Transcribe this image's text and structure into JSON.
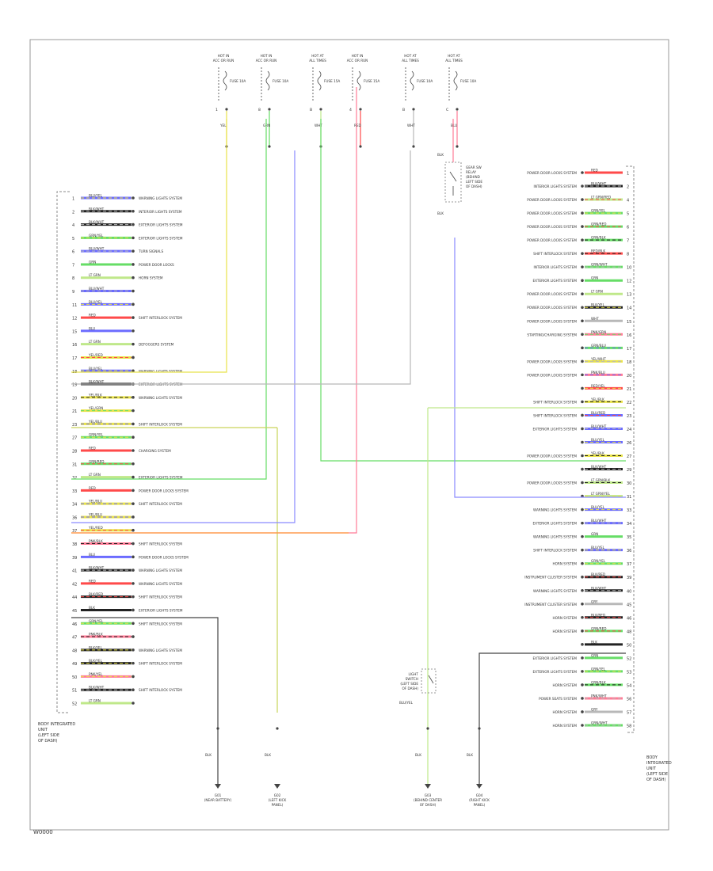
{
  "footer": {
    "code": "W0000"
  },
  "colors": {
    "black": "#222222",
    "yellow": "#e8e24a",
    "green": "#66dd66",
    "pink": "#ff7b96",
    "blue": "#6b6bff",
    "orange": "#ff9a3c",
    "light_green": "#bfe88a",
    "gray": "#b8b8b8",
    "red": "#ff4a4a"
  },
  "top_fuses": [
    {
      "label": "HOT IN ACC OR RUN",
      "fuse": "FUSE 10A",
      "pin": "1",
      "wire": "YEL"
    },
    {
      "label": "HOT IN ACC OR RUN",
      "fuse": "FUSE 10A",
      "pin": "8",
      "wire": "GRN"
    },
    {
      "label": "HOT AT ALL TIMES",
      "fuse": "FUSE 15A",
      "pin": "B",
      "wire": "WHT"
    },
    {
      "label": "HOT IN ACC OR RUN",
      "fuse": "FUSE 15A",
      "pin": "4",
      "wire": "RED"
    },
    {
      "label": "HOT AT ALL TIMES",
      "fuse": "FUSE 10A",
      "pin": "B",
      "wire": "WHT"
    },
    {
      "label": "HOT AT ALL TIMES",
      "fuse": "FUSE 10A",
      "pin": "C",
      "wire": "BLU"
    }
  ],
  "left_module": {
    "label_lines": [
      "BODY INTEGRATED",
      "UNIT",
      "(LEFT SIDE",
      "OF DASH)"
    ],
    "pins": [
      {
        "n": "1",
        "wire": "BLU/YEL",
        "system": "WARNING LIGHTS SYSTEM"
      },
      {
        "n": "2",
        "wire": "BLK/WHT",
        "system": "INTERIOR LIGHTS SYSTEM"
      },
      {
        "n": "4",
        "wire": "BLK/WHT",
        "system": "EXTERIOR LIGHTS SYSTEM"
      },
      {
        "n": "5",
        "wire": "GRN/YEL",
        "system": "EXTERIOR LIGHTS SYSTEM"
      },
      {
        "n": "6",
        "wire": "BLU/WHT",
        "system": "TURN SIGNALS"
      },
      {
        "n": "7",
        "wire": "GRN",
        "system": "POWER DOOR LOCKS"
      },
      {
        "n": "8",
        "wire": "LT GRN",
        "system": "HORN SYSTEM"
      },
      {
        "n": "9",
        "wire": "BLU/WHT",
        "system": ""
      },
      {
        "n": "11",
        "wire": "BLU/YEL",
        "system": ""
      },
      {
        "n": "12",
        "wire": "RED",
        "system": "SHIFT INTERLOCK SYSTEM"
      },
      {
        "n": "15",
        "wire": "BLU",
        "system": ""
      },
      {
        "n": "16",
        "wire": "LT GRN",
        "system": "DEFOGGERS SYSTEM"
      },
      {
        "n": "17",
        "wire": "YEL/RED",
        "system": ""
      },
      {
        "n": "18",
        "wire": "BLU/YEL",
        "system": "WARNING LIGHTS SYSTEM"
      },
      {
        "n": "19",
        "wire": "BLK/WHT",
        "system": "EXTERIOR LIGHTS SYSTEM"
      },
      {
        "n": "20",
        "wire": "YEL/BLK",
        "system": "WARNING LIGHTS SYSTEM"
      },
      {
        "n": "21",
        "wire": "YEL/GRN",
        "system": ""
      },
      {
        "n": "23",
        "wire": "YEL/BLU",
        "system": "SHIFT INTERLOCK SYSTEM"
      },
      {
        "n": "27",
        "wire": "GRN/YEL",
        "system": ""
      },
      {
        "n": "28",
        "wire": "RED",
        "system": "CHARGING SYSTEM"
      },
      {
        "n": "31",
        "wire": "GRN/RED",
        "system": ""
      },
      {
        "n": "32",
        "wire": "LT GRN",
        "system": "EXTERIOR LIGHTS SYSTEM"
      },
      {
        "n": "33",
        "wire": "RED",
        "system": "POWER DOOR LOCKS SYSTEM"
      },
      {
        "n": "34",
        "wire": "YEL/BLU",
        "system": "SHIFT INTERLOCK SYSTEM"
      },
      {
        "n": "36",
        "wire": "YEL/BLU",
        "system": ""
      },
      {
        "n": "37",
        "wire": "YEL/RED",
        "system": ""
      },
      {
        "n": "38",
        "wire": "PNK/BLK",
        "system": "SHIFT INTERLOCK SYSTEM"
      },
      {
        "n": "39",
        "wire": "BLU",
        "system": "POWER DOOR LOCKS SYSTEM"
      },
      {
        "n": "41",
        "wire": "BLK/WHT",
        "system": "WARNING LIGHTS SYSTEM"
      },
      {
        "n": "42",
        "wire": "RED",
        "system": "WARNING LIGHTS SYSTEM"
      },
      {
        "n": "44",
        "wire": "BLK/RED",
        "system": "SHIFT INTERLOCK SYSTEM"
      },
      {
        "n": "45",
        "wire": "BLK",
        "system": "EXTERIOR LIGHTS SYSTEM"
      },
      {
        "n": "46",
        "wire": "GRN/YEL",
        "system": "SHIFT INTERLOCK SYSTEM"
      },
      {
        "n": "47",
        "wire": "PNK/BLK",
        "system": ""
      },
      {
        "n": "48",
        "wire": "BLK/YEL",
        "system": "WARNING LIGHTS SYSTEM"
      },
      {
        "n": "49",
        "wire": "BLK/YEL",
        "system": "SHIFT INTERLOCK SYSTEM"
      },
      {
        "n": "50",
        "wire": "PNK/YEL",
        "system": ""
      },
      {
        "n": "51",
        "wire": "BLK/WHT",
        "system": "SHIFT INTERLOCK SYSTEM"
      },
      {
        "n": "52",
        "wire": "LT GRN",
        "system": ""
      }
    ]
  },
  "right_module": {
    "label_lines": [
      "BODY",
      "INTEGRATED",
      "UNIT",
      "(LEFT SIDE",
      "OF DASH)"
    ],
    "pins": [
      {
        "n": "1",
        "wire": "RED",
        "system": "POWER DOOR LOCKS SYSTEM"
      },
      {
        "n": "2",
        "wire": "BLK/WHT",
        "system": "INTERIOR LIGHTS SYSTEM"
      },
      {
        "n": "4",
        "wire": "LT GRN/RED",
        "system": "POWER DOOR LOCKS SYSTEM"
      },
      {
        "n": "5",
        "wire": "GRN/YEL",
        "system": "POWER DOOR LOCKS SYSTEM"
      },
      {
        "n": "6",
        "wire": "GRN/RED",
        "system": "POWER DOOR LOCKS SYSTEM"
      },
      {
        "n": "7",
        "wire": "GRN/BLK",
        "system": "POWER DOOR LOCKS SYSTEM"
      },
      {
        "n": "8",
        "wire": "RED/BLK",
        "system": "SHIFT INTERLOCK SYSTEM"
      },
      {
        "n": "10",
        "wire": "GRN/WHT",
        "system": "INTERIOR LIGHTS SYSTEM"
      },
      {
        "n": "12",
        "wire": "GRN",
        "system": "EXTERIOR LIGHTS SYSTEM"
      },
      {
        "n": "13",
        "wire": "LT GRN",
        "system": "POWER DOOR LOCKS SYSTEM"
      },
      {
        "n": "14",
        "wire": "BLK/YEL",
        "system": "POWER DOOR LOCKS SYSTEM"
      },
      {
        "n": "15",
        "wire": "WHT",
        "system": "POWER DOOR LOCKS SYSTEM"
      },
      {
        "n": "16",
        "wire": "PNK/GRN",
        "system": "STARTING/CHARGING SYSTEM"
      },
      {
        "n": "17",
        "wire": "GRN/BLU",
        "system": ""
      },
      {
        "n": "18",
        "wire": "YEL/WHT",
        "system": "POWER DOOR LOCKS SYSTEM"
      },
      {
        "n": "20",
        "wire": "PNK/BLU",
        "system": "POWER DOOR LOCKS SYSTEM"
      },
      {
        "n": "21",
        "wire": "RED/YEL",
        "system": ""
      },
      {
        "n": "22",
        "wire": "YEL/BLK",
        "system": "SHIFT INTERLOCK SYSTEM"
      },
      {
        "n": "23",
        "wire": "BLU/RED",
        "system": "SHIFT INTERLOCK SYSTEM"
      },
      {
        "n": "24",
        "wire": "BLU/WHT",
        "system": "EXTERIOR LIGHTS SYSTEM"
      },
      {
        "n": "26",
        "wire": "BLU/YEL",
        "system": ""
      },
      {
        "n": "27",
        "wire": "YEL/BLK",
        "system": "POWER DOOR LOCKS SYSTEM"
      },
      {
        "n": "29",
        "wire": "BLK/WHT",
        "system": ""
      },
      {
        "n": "30",
        "wire": "LT GRN/BLK",
        "system": "POWER DOOR LOCKS SYSTEM"
      },
      {
        "n": "31",
        "wire": "LT GRN/YEL",
        "system": ""
      },
      {
        "n": "33",
        "wire": "BLU/YEL",
        "system": "WARNING LIGHTS SYSTEM"
      },
      {
        "n": "34",
        "wire": "BLU/WHT",
        "system": "EXTERIOR LIGHTS SYSTEM"
      },
      {
        "n": "35",
        "wire": "GRN",
        "system": "WARNING LIGHTS SYSTEM"
      },
      {
        "n": "36",
        "wire": "BLU/YEL",
        "system": "SHIFT INTERLOCK SYSTEM"
      },
      {
        "n": "37",
        "wire": "GRN/YEL",
        "system": "HORN SYSTEM"
      },
      {
        "n": "39",
        "wire": "BLK/RED",
        "system": "INSTRUMENT CLUSTER SYSTEM"
      },
      {
        "n": "40",
        "wire": "BLK/WHT",
        "system": "WARNING LIGHTS SYSTEM"
      },
      {
        "n": "45",
        "wire": "GRY",
        "system": "INSTRUMENT CLUSTER SYSTEM"
      },
      {
        "n": "46",
        "wire": "BLK/RED",
        "system": "HORN SYSTEM"
      },
      {
        "n": "48",
        "wire": "GRN/RED",
        "system": "HORN SYSTEM"
      },
      {
        "n": "50",
        "wire": "BLK",
        "system": ""
      },
      {
        "n": "52",
        "wire": "GRN",
        "system": "EXTERIOR LIGHTS SYSTEM"
      },
      {
        "n": "53",
        "wire": "GRN/YEL",
        "system": "EXTERIOR LIGHTS SYSTEM"
      },
      {
        "n": "54",
        "wire": "GRN/BLK",
        "system": "HORN SYSTEM"
      },
      {
        "n": "56",
        "wire": "PNK/WHT",
        "system": "POWER SEATS SYSTEM"
      },
      {
        "n": "57",
        "wire": "GRY",
        "system": "HORN SYSTEM"
      },
      {
        "n": "58",
        "wire": "GRN/WHT",
        "system": "HORN SYSTEM"
      }
    ]
  },
  "relay": {
    "label_lines": [
      "GEAR SW",
      "RELAY",
      "(BEHIND",
      "LEFT SIDE",
      "OF DASH)"
    ],
    "wire_top": "BLK",
    "wire_bottom": "BLK"
  },
  "light_switch": {
    "label_lines": [
      "LIGHT",
      "SWITCH",
      "(LEFT SIDE",
      "OF DASH)"
    ],
    "wire": "BLU/YEL"
  },
  "grounds": [
    {
      "label_lines": [
        "G01",
        "(NEAR BATTERY)"
      ],
      "wire": "BLK"
    },
    {
      "label_lines": [
        "G02",
        "(LEFT KICK",
        "PANEL)"
      ],
      "wire": "BLK"
    },
    {
      "label_lines": [
        "G03",
        "(BEHIND CENTER",
        "OF DASH)"
      ],
      "wire": "BLK"
    },
    {
      "label_lines": [
        "G04",
        "(RIGHT KICK",
        "PANEL)"
      ],
      "wire": "BLK"
    }
  ]
}
